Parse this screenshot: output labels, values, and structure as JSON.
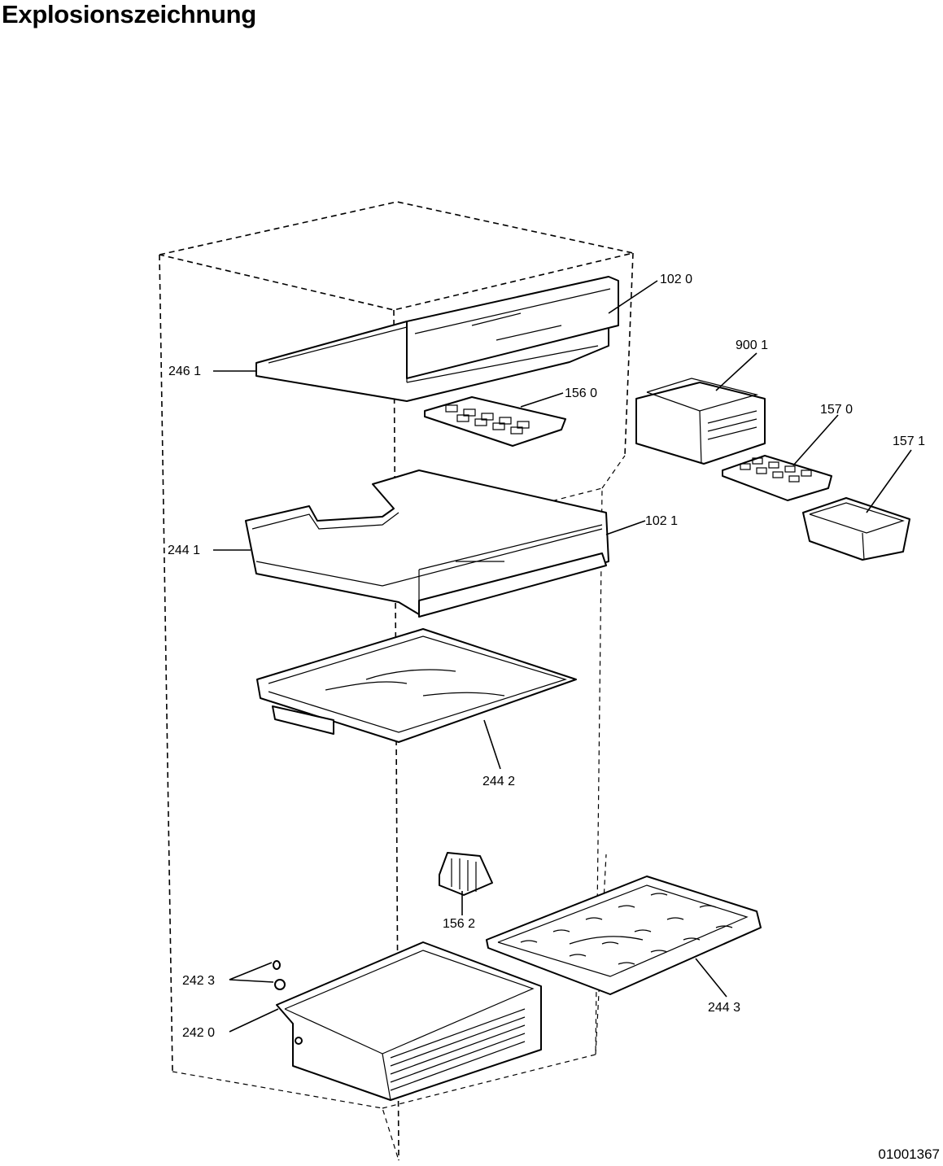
{
  "title": "Explosionszeichnung",
  "doc_number": "01001367",
  "callouts": {
    "c1020": "102 0",
    "c2461": "246  1",
    "c9001": "900 1",
    "c1560": "156 0",
    "c1570": "157 0",
    "c1571": "157 1",
    "c1021": "102 1",
    "c2441": "244 1",
    "c2442": "244 2",
    "c1562": "156 2",
    "c2423": "242 3",
    "c2420": "242  0",
    "c2443": "244 3"
  }
}
